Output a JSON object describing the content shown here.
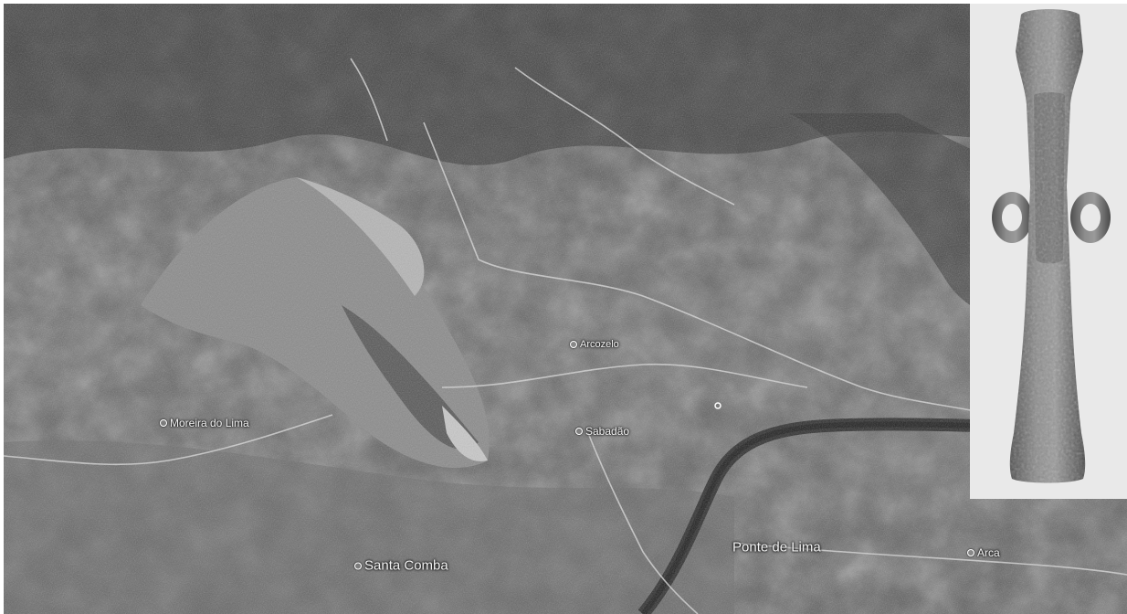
{
  "map": {
    "type": "aerial-satellite-view",
    "style": "grayscale",
    "places": [
      {
        "id": "arcozelo",
        "label": "Arcozelo"
      },
      {
        "id": "moreira-do-lima",
        "label": "Moreira do Lima"
      },
      {
        "id": "sabadao",
        "label": "Sabadão"
      },
      {
        "id": "ponte-de-lima",
        "label": "Ponte de Lima"
      },
      {
        "id": "arca",
        "label": "Arca"
      },
      {
        "id": "santa-comba",
        "label": "Santa Comba"
      }
    ],
    "features": [
      "mountain-ridge",
      "river",
      "roads",
      "unlabeled-marker"
    ]
  },
  "inset": {
    "subject": "bronze-axe-with-side-loops"
  }
}
